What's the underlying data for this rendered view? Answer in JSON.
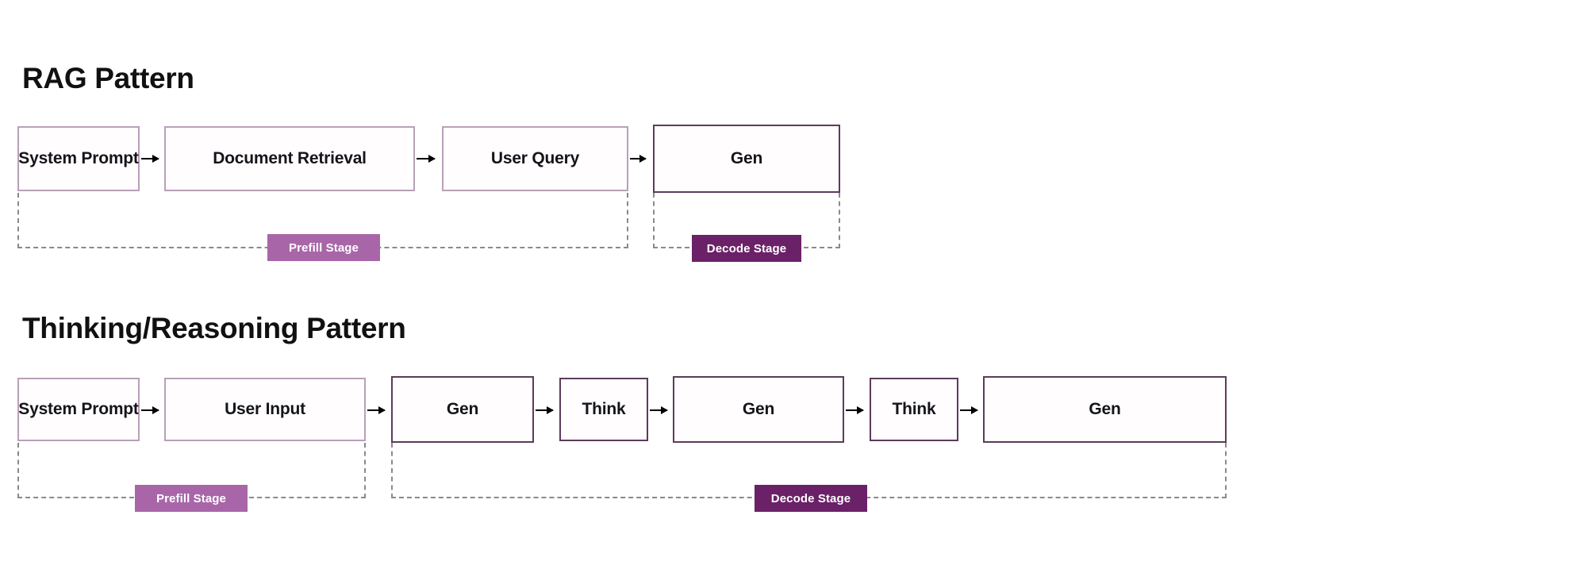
{
  "diagram": {
    "background": "#ffffff",
    "colors": {
      "prefill_border": "#b9a0b8",
      "decode_border": "#5c3b5a",
      "prefill_badge": "#a866a9",
      "decode_badge": "#6b2168",
      "arrow": "#000000",
      "bracket": "#8a8a8a",
      "text": "#14141a"
    }
  },
  "sections": [
    {
      "id": "rag",
      "title": "RAG Pattern",
      "boxes": [
        {
          "label": "System Prompt",
          "stage": "prefill"
        },
        {
          "label": "Document Retrieval",
          "stage": "prefill"
        },
        {
          "label": "User Query",
          "stage": "prefill"
        },
        {
          "label": "Gen",
          "stage": "decode"
        }
      ],
      "badges": [
        {
          "label": "Prefill Stage",
          "stage": "prefill"
        },
        {
          "label": "Decode Stage",
          "stage": "decode"
        }
      ]
    },
    {
      "id": "thinking",
      "title": "Thinking/Reasoning  Pattern",
      "boxes": [
        {
          "label": "System Prompt",
          "stage": "prefill"
        },
        {
          "label": "User Input",
          "stage": "prefill"
        },
        {
          "label": "Gen",
          "stage": "decode"
        },
        {
          "label": "Think",
          "stage": "decode"
        },
        {
          "label": "Gen",
          "stage": "decode"
        },
        {
          "label": "Think",
          "stage": "decode"
        },
        {
          "label": "Gen",
          "stage": "decode"
        }
      ],
      "badges": [
        {
          "label": "Prefill Stage",
          "stage": "prefill"
        },
        {
          "label": "Decode Stage",
          "stage": "decode"
        }
      ]
    }
  ]
}
